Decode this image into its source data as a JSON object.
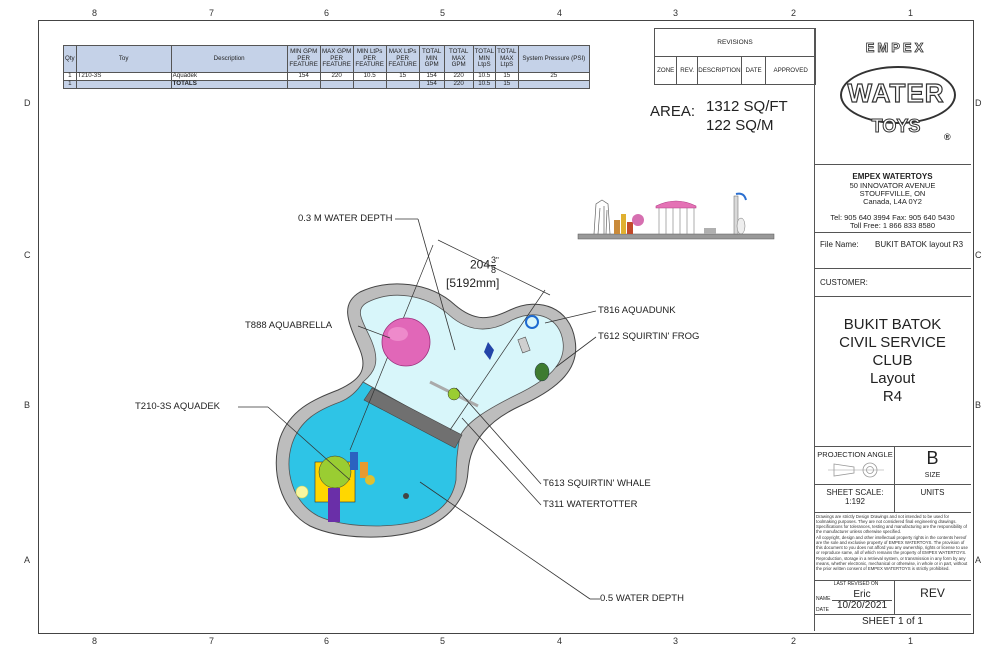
{
  "zones": {
    "numbers": [
      "8",
      "7",
      "6",
      "5",
      "4",
      "3",
      "2",
      "1"
    ],
    "letters": [
      "D",
      "C",
      "B",
      "A"
    ]
  },
  "feature_table": {
    "headers": [
      "Qty",
      "Toy",
      "Description",
      "MIN GPM PER FEATURE",
      "MAX GPM PER FEATURE",
      "MIN LtPs PER FEATURE",
      "MAX LtPs PER FEATURE",
      "TOTAL MIN GPM",
      "TOTAL MAX GPM",
      "TOTAL MIN LtpS",
      "TOTAL MAX LtpS",
      "System Pressure (PSI)"
    ],
    "rows": [
      [
        "1",
        "T210-3S",
        "Aquadek",
        "154",
        "220",
        "10.5",
        "15",
        "154",
        "220",
        "10.5",
        "15",
        "25"
      ]
    ],
    "totals": [
      "1",
      "",
      "TOTALS",
      "",
      "",
      "",
      "",
      "154",
      "220",
      "10.5",
      "15",
      ""
    ]
  },
  "revisions": {
    "title": "REVISIONS",
    "columns": [
      "ZONE",
      "REV.",
      "DESCRIPTION",
      "DATE",
      "APPROVED"
    ]
  },
  "area": {
    "label": "AREA:",
    "sqft": "1312 SQ/FT",
    "sqm": "122 SQ/M"
  },
  "dimension": {
    "whole": "204",
    "num": "3",
    "den": "8",
    "unit": "\"",
    "metric": "[5192mm]"
  },
  "callouts": {
    "depth_shallow": "0.3 M WATER DEPTH",
    "depth_deep": "0.5 WATER DEPTH",
    "aquadunk": "T816 AQUADUNK",
    "frog": "T612 SQUIRTIN' FROG",
    "aquabrella": "T888 AQUABRELLA",
    "aquadek": "T210-3S AQUADEK",
    "whale": "T613 SQUIRTIN' WHALE",
    "watertotter": "T311 WATERTOTTER"
  },
  "company": {
    "logo_top": "EMPEX",
    "logo_main": "WATER",
    "logo_sub": "TOYS",
    "name": "EMPEX WATERTOYS",
    "address1": "50 INNOVATOR AVENUE",
    "address2": "STOUFFVILLE, ON",
    "address3": "Canada, L4A 0Y2",
    "phone": "Tel: 905 640 3994  Fax: 905 640 5430",
    "tollfree": "Toll Free: 1 866 833 8580"
  },
  "file": {
    "label": "File Name:",
    "value": "BUKIT BATOK layout R3"
  },
  "customer": {
    "label": "CUSTOMER:"
  },
  "project": {
    "line1": "BUKIT BATOK",
    "line2": "CIVIL SERVICE",
    "line3": "CLUB",
    "line4": "Layout",
    "line5": "R4"
  },
  "projection": {
    "label": "PROJECTION ANGLE",
    "size_letter": "B",
    "size_label": "SIZE"
  },
  "scale": {
    "label": "SHEET SCALE:",
    "value": "1:192",
    "units_label": "UNITS"
  },
  "legal": {
    "para1": "Drawings are strictly Design Drawings and not intended to be used for toolmaking purposes. They are not considered final engineering drawings. Specifications for tolerances, testing and manufacturing are the responsibility of the manufacturer unless otherwise specified.",
    "para2": "All copyright, design and other intellectual property rights in the contents hereof are the sole and exclusive property of EMPEX WATERTOYS. The provision of this document to you does not afford you any ownership, rights or license to use or reproduce same, all of which remains the property of EMPEX WATERTOYS. Reproduction, storage in a retrieval system, or transmission in any form by any means, whether electronic, mechanical or otherwise, in whole or in part, without the prior written consent of EMPEX WATERTOYS is strictly prohibited."
  },
  "revision_block": {
    "last_revised": "LAST REVISED ON",
    "name_label": "NAME",
    "name_value": "Eric",
    "date_label": "DATE",
    "date_value": "10/20/2021",
    "rev_label": "REV",
    "sheet": "SHEET 1 of 1"
  }
}
